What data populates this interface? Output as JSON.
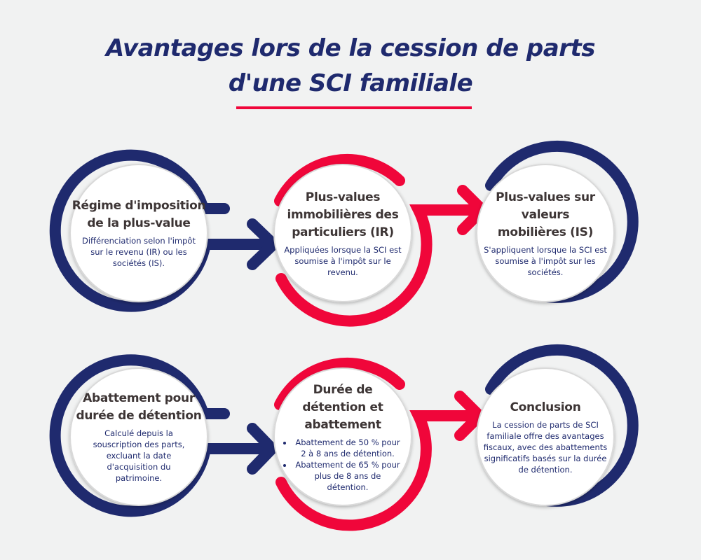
{
  "title": {
    "line1": "Avantages lors de la cession de parts",
    "line2": "d'une SCI familiale"
  },
  "colors": {
    "background": "#f1f2f2",
    "navy": "#1f2a6e",
    "red": "#f0063a",
    "heading_text": "#3d3535",
    "body_text": "#1f2a6e"
  },
  "steps": [
    {
      "title": "Régime d'imposition de la plus-value",
      "body": "Différenciation selon l'impôt sur le revenu (IR) ou les sociétés (IS).",
      "ring_color": "navy"
    },
    {
      "title": "Plus-values immobilières des particuliers (IR)",
      "body": "Appliquées lorsque la SCI est soumise à l'impôt sur le revenu.",
      "ring_color": "red"
    },
    {
      "title": "Plus-values sur valeurs mobilières (IS)",
      "body": "S'appliquent lorsque la SCI est soumise à l'impôt sur les sociétés.",
      "ring_color": "navy"
    },
    {
      "title": "Abattement pour durée de détention",
      "body": "Calculé depuis la souscription des parts, excluant la date d'acquisition du patrimoine.",
      "ring_color": "navy"
    },
    {
      "title": "Durée de détention et abattement",
      "bullets": [
        "Abattement de 50 % pour 2 à 8 ans de détention.",
        "Abattement de 65 % pour plus de 8 ans de détention."
      ],
      "ring_color": "red"
    },
    {
      "title": "Conclusion",
      "body": "La cession de parts de SCI familiale offre des avantages fiscaux, avec des abattements significatifs basés sur la durée de détention.",
      "ring_color": "navy"
    }
  ],
  "icons": {
    "connector_arrow": "arrow-right-icon"
  }
}
